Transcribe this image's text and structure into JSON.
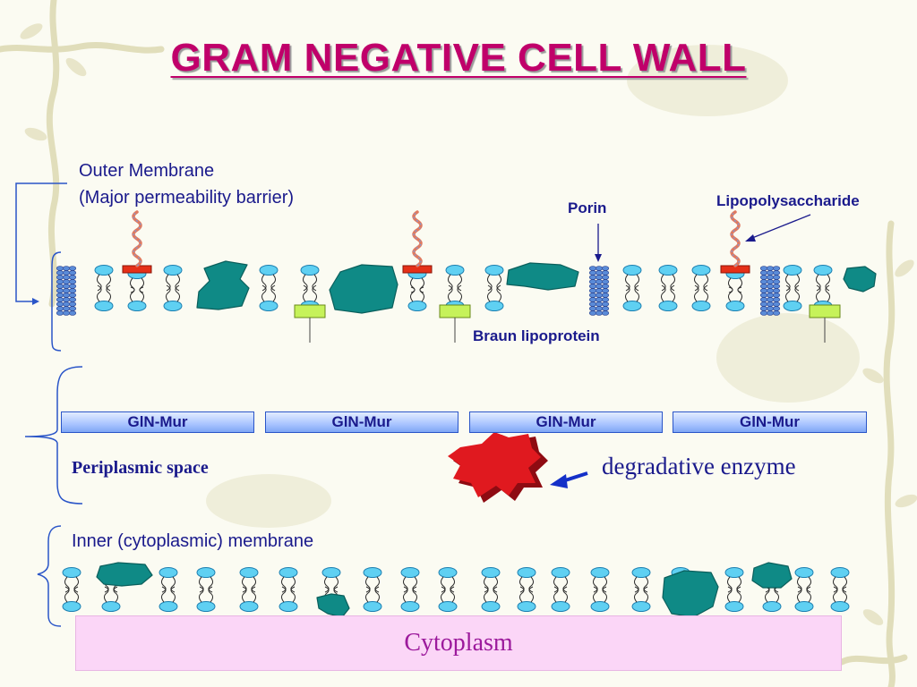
{
  "title": "GRAM NEGATIVE  CELL WALL",
  "labels": {
    "outer_membrane_line1": "Outer Membrane",
    "outer_membrane_line2": "(Major permeability barrier)",
    "porin": "Porin",
    "lipopolysaccharide": "Lipopolysaccharide",
    "braun_lipoprotein": "Braun lipoprotein",
    "periplasmic_space": "Periplasmic space",
    "degradative_enzyme": "degradative  enzyme",
    "inner_membrane": "Inner (cytoplasmic) membrane",
    "cytoplasm": "Cytoplasm"
  },
  "peptidoglycan_segments": [
    "GlN-Mur",
    "GlN-Mur",
    "GlN-Mur",
    "GlN-Mur"
  ],
  "colors": {
    "title": "#c0006a",
    "label_text": "#1a1a8c",
    "protein": "#0f8a86",
    "phospholipid_head": "#5fd0f2",
    "lps_anchor": "#e53018",
    "braun_lipoprotein": "#c6f25a",
    "enzyme": "#c8101a",
    "cytoplasm": "#fbd6f7",
    "gln_mur": "#a9c4ff"
  }
}
